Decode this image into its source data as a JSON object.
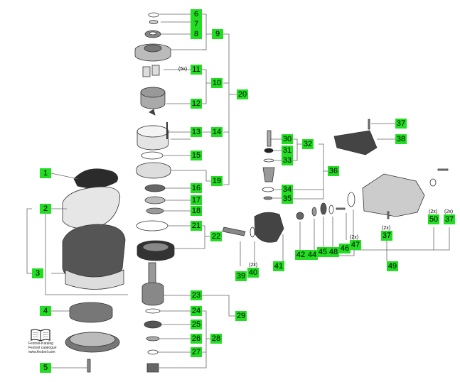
{
  "parts": {
    "p1": "1",
    "p2": "2",
    "p3": "3",
    "p4": "4",
    "p5": "5",
    "p6": "6",
    "p7": "7",
    "p8": "8",
    "p9": "9",
    "p10": "10",
    "p11": "11",
    "p12": "12",
    "p13": "13",
    "p14": "14",
    "p15": "15",
    "p16": "16",
    "p17": "17",
    "p18": "18",
    "p19": "19",
    "p20": "20",
    "p21": "21",
    "p22": "22",
    "p23": "23",
    "p24": "24",
    "p25": "25",
    "p26": "26",
    "p27": "27",
    "p28": "28",
    "p29": "29",
    "p30": "30",
    "p31": "31",
    "p32": "32",
    "p33": "33",
    "p34": "34",
    "p35": "35",
    "p36": "36",
    "p37a": "37",
    "p37b": "37",
    "p37c": "37",
    "p38": "38",
    "p39": "39",
    "p40": "40",
    "p41": "41",
    "p42": "42",
    "p44": "44",
    "p45": "45",
    "p46": "46",
    "p47": "47",
    "p48": "48",
    "p49": "49",
    "p50": "50"
  },
  "notes": {
    "n11": "(5x)",
    "n40": "(2x)",
    "n47": "(2x)",
    "n37": "(2x)",
    "n50": "(2x)",
    "n37r": "(2x)"
  },
  "catalog": {
    "line1": "Festool-Katalog",
    "line2": "Festool catalogue",
    "line3": "www.festool.com"
  },
  "colors": {
    "label": "#22dd22",
    "line": "#555555",
    "part": "#dcdcdc",
    "dark": "#2a2a2a"
  }
}
